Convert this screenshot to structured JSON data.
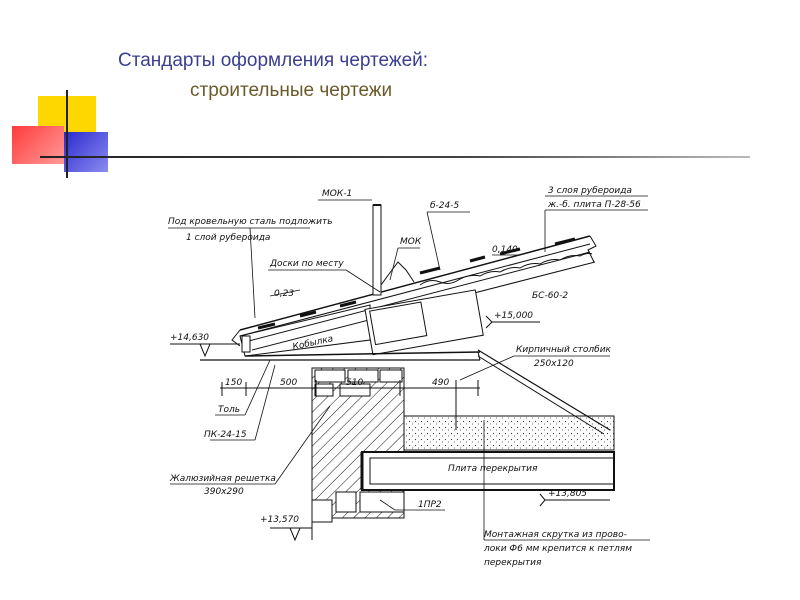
{
  "slide": {
    "title_line1": "Стандарты оформления чертежей:",
    "title_line2": "строительные чертежи"
  },
  "colors": {
    "title1": "#3b3f8f",
    "title2": "#6b5a2a",
    "deco_yellow": "#ffd700",
    "deco_red": "#ff5a5a",
    "deco_blue": "#3535d8"
  },
  "drawing": {
    "labels": {
      "mok1": "МОК-1",
      "b245": "б-24-5",
      "layers": "3 слоя рубероида",
      "plate": "ж.-б. плита П-28-56",
      "steel": "Под кровельную сталь подложить",
      "ruberoid": "1 слой рубероида",
      "mok": "МОК",
      "boards": "Доски по месту",
      "d0140": "0,140",
      "d023": "0,23",
      "bs602": "БС-60-2",
      "lvl14630": "+14,630",
      "kobylka": "Кобылка",
      "lvl15000": "+15,000",
      "pillar": "Кирпичный столбик",
      "pillar_size": "250х120",
      "d150": "150",
      "d500": "500",
      "d510": "510",
      "d490": "490",
      "tol": "Толь",
      "pk": "ПК-24-15",
      "slab": "Плита перекрытия",
      "grille": "Жалюзийная решетка",
      "grille_size": "390х290",
      "lvl13805": "+13,805",
      "lvl13570": "+13,570",
      "pr": "1ПР2",
      "twist1": "Монтажная скрутка из прово-",
      "twist2": "локи  Ф6 мм крепится к петлям",
      "twist3": "перекрытия"
    }
  }
}
